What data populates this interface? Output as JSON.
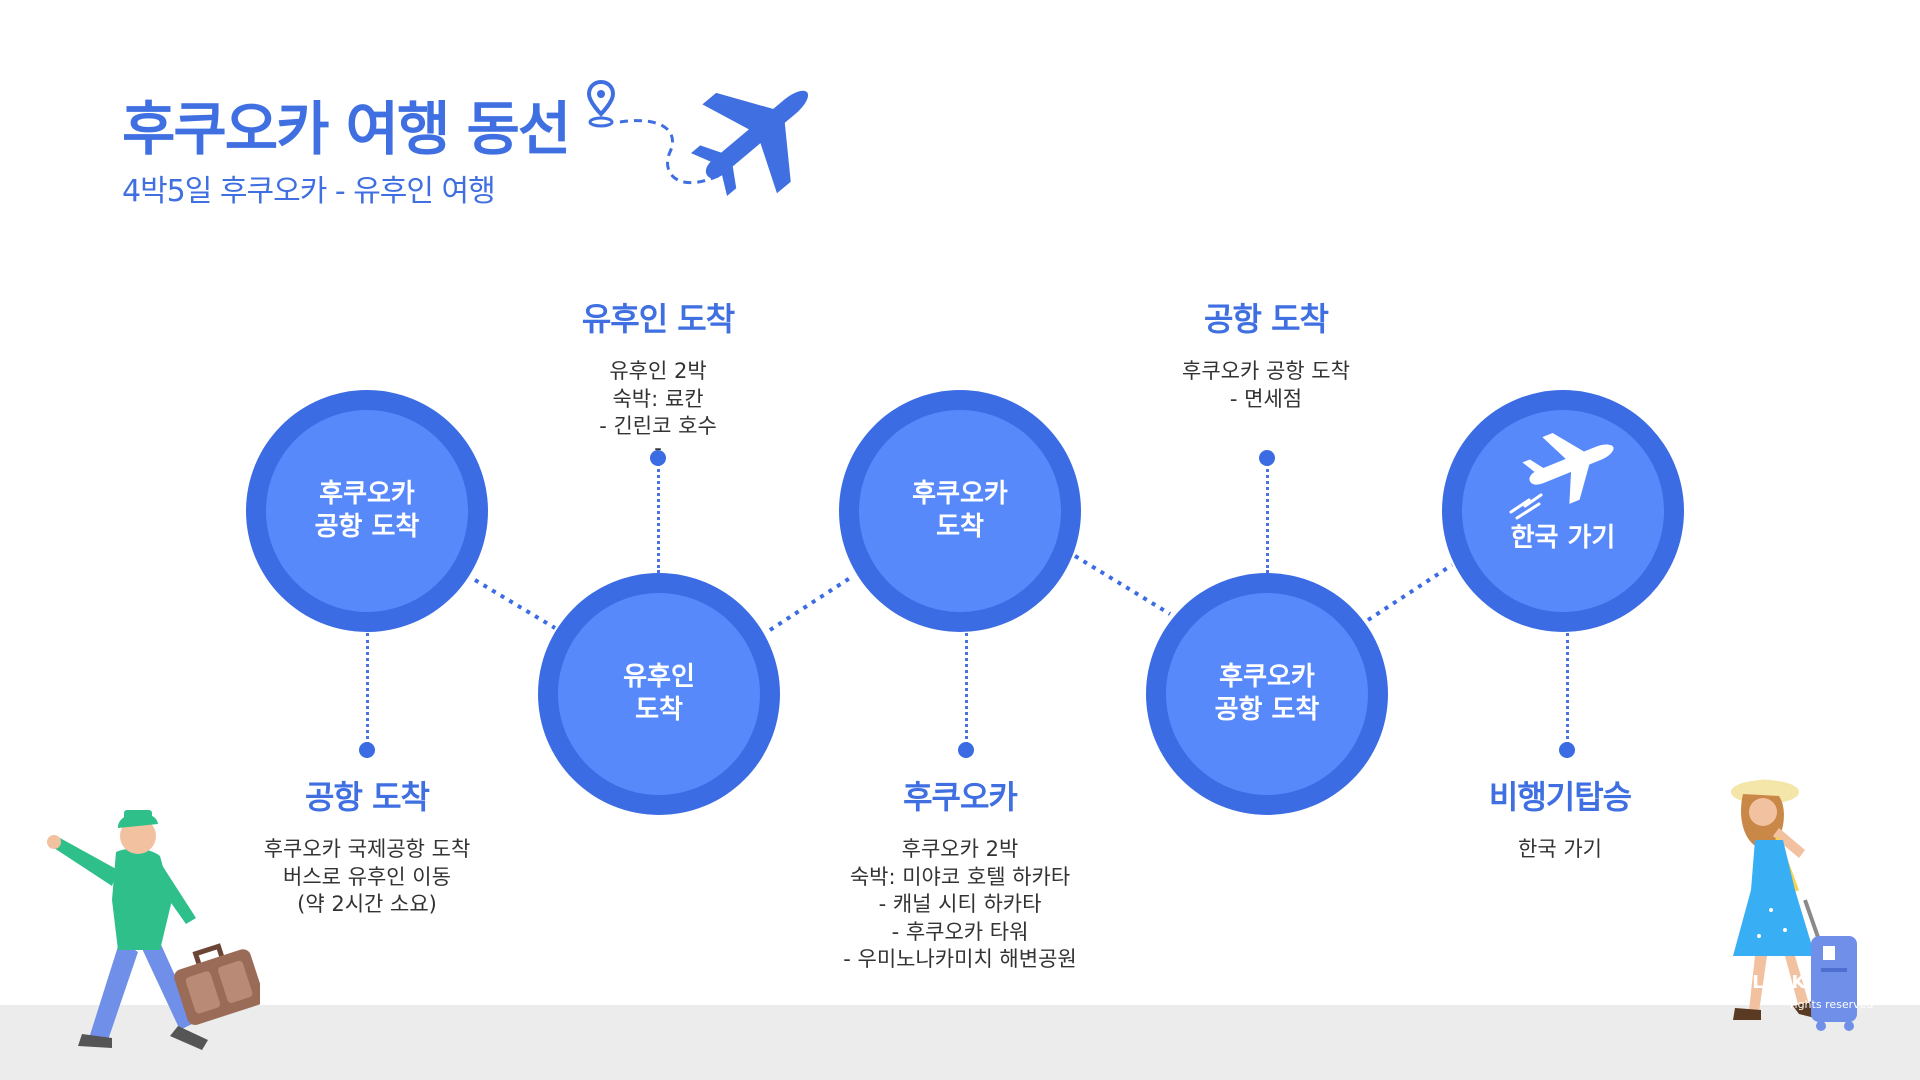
{
  "header": {
    "title": "후쿠오카 여행 동선",
    "subtitle": "4박5일 후쿠오카 - 유후인 여행"
  },
  "circles": [
    {
      "line1": "후쿠오카",
      "line2": "공항 도착"
    },
    {
      "line1": "유후인",
      "line2": "도착"
    },
    {
      "line1": "후쿠오카",
      "line2": "도착"
    },
    {
      "line1": "후쿠오카",
      "line2": "공항 도착"
    },
    {
      "line1": "한국 가기"
    }
  ],
  "labels": [
    {
      "title": "공항 도착",
      "lines": [
        "후쿠오카 국제공항 도착",
        "버스로 유후인 이동",
        "(약 2시간 소요)"
      ]
    },
    {
      "title": "유후인 도착",
      "lines": [
        "유후인 2박",
        "숙박: 료칸",
        "- 긴린코 호수",
        "-"
      ]
    },
    {
      "title": "후쿠오카",
      "lines": [
        "후쿠오카 2박",
        "숙박: 미야코 호텔 하카타",
        "- 캐널 시티 하카타",
        "- 후쿠오카 타워",
        "- 우미노나카미치 해변공원"
      ]
    },
    {
      "title": "공항 도착",
      "lines": [
        "후쿠오카 공항 도착",
        "- 면세점"
      ]
    },
    {
      "title": "비행기탑승",
      "lines": [
        "한국 가기"
      ]
    }
  ],
  "watermark": {
    "main": "DI    FLOCK",
    "sub": "rights reserved"
  },
  "colors": {
    "primary": "#3c6ce3",
    "inner": "#5889fb",
    "title": "#3f6fe0"
  },
  "icons": [
    "location-pin-icon",
    "airplane-icon",
    "takeoff-icon"
  ]
}
